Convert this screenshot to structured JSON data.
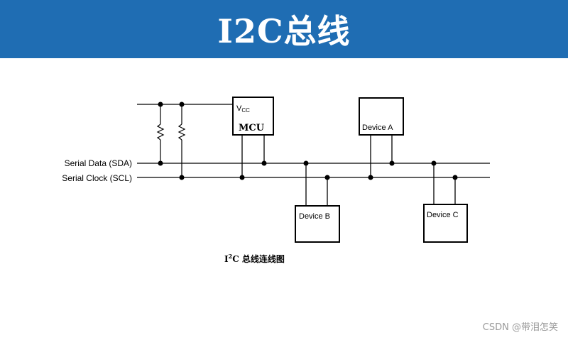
{
  "header": {
    "title": "I2C总线"
  },
  "diagram": {
    "sda_label": "Serial Data (SDA)",
    "scl_label": "Serial Clock (SCL)",
    "vcc_label": "V",
    "vcc_sub": "CC",
    "mcu_label": "MCU",
    "device_a": "Device A",
    "device_b": "Device B",
    "device_c": "Device C",
    "caption_i": "I",
    "caption_sup": "2",
    "caption_rest": "C  总线连线图",
    "line_color": "#000000"
  },
  "watermark": "CSDN @带泪怎笑"
}
